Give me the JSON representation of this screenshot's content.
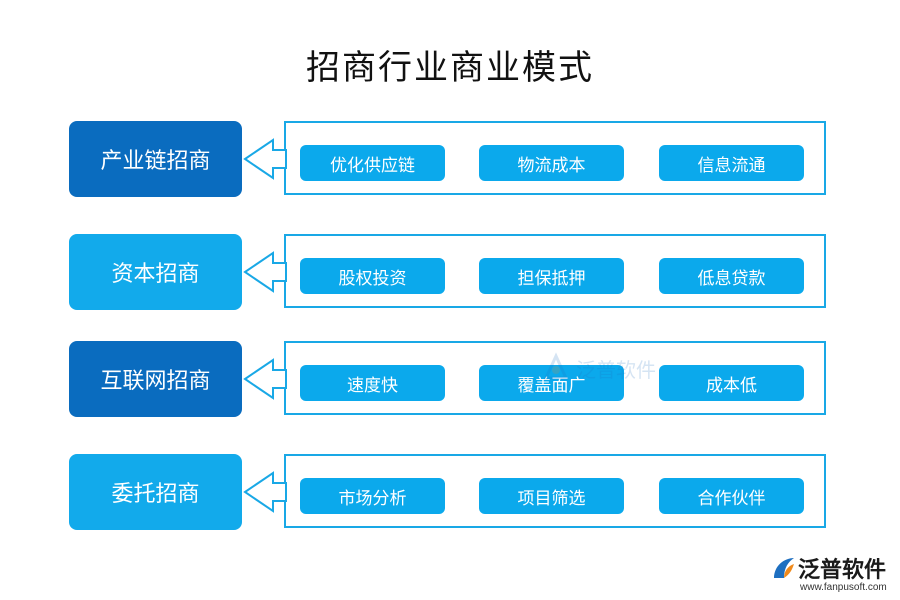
{
  "title": "招商行业商业模式",
  "colors": {
    "dark": "#0a6cbf",
    "light": "#12aaeb",
    "pill": "#0ba9ec",
    "frame": "#19a8e6"
  },
  "rows": [
    {
      "label": "产业链招商",
      "shade": "dark",
      "items": [
        "优化供应链",
        "物流成本",
        "信息流通"
      ]
    },
    {
      "label": "资本招商",
      "shade": "light",
      "items": [
        "股权投资",
        "担保抵押",
        "低息贷款"
      ]
    },
    {
      "label": "互联网招商",
      "shade": "dark",
      "items": [
        "速度快",
        "覆盖面广",
        "成本低"
      ]
    },
    {
      "label": "委托招商",
      "shade": "light",
      "items": [
        "市场分析",
        "项目筛选",
        "合作伙伴"
      ]
    }
  ],
  "watermark": "泛普软件",
  "logo": {
    "name": "泛普软件",
    "url": "www.fanpusoft.com",
    "icon": "fanpu-logo-icon"
  }
}
